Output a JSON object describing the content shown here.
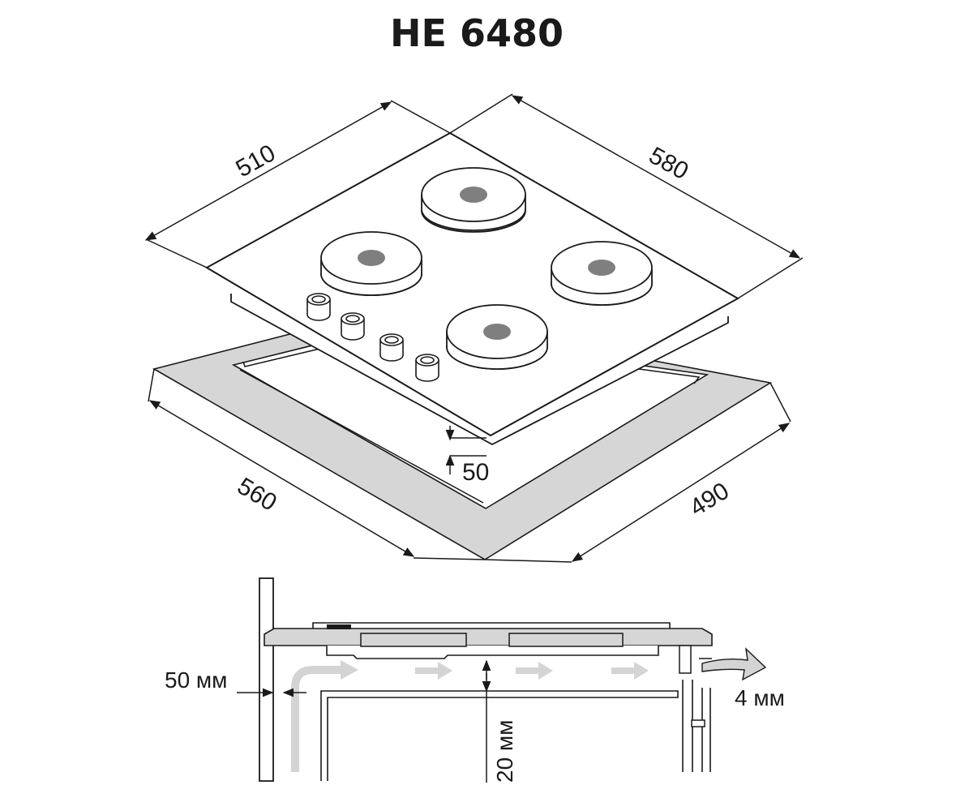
{
  "title": "HE 6480",
  "top_view": {
    "dims": {
      "depth_top": "510",
      "width_top": "580",
      "cutout_depth": "560",
      "cutout_width": "490",
      "margin": "50"
    }
  },
  "side_view": {
    "labels": {
      "back_gap": "50 мм",
      "air_gap": "20 мм",
      "front_gap": "4 мм"
    }
  },
  "colors": {
    "line": "#1a1a1a",
    "cutout_fill": "#d6d6d6",
    "burner_center": "#7f7f7f",
    "arrow_fill": "#d4d4d4"
  }
}
